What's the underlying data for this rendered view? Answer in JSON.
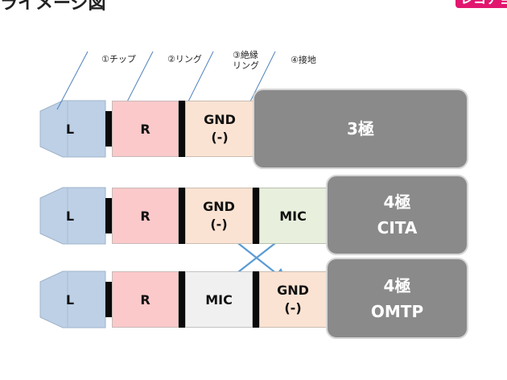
{
  "header": {
    "title_fragment": "ライメージ図",
    "brand_fragment": "レコチョ"
  },
  "callouts": {
    "tip": "①チップ",
    "ring": "②リング",
    "insulation_line1": "③絶縁",
    "insulation_line2": "リング",
    "ground": "④接地"
  },
  "plugs": {
    "three_pole": {
      "l": "L",
      "r": "R",
      "gnd_top": "GND",
      "gnd_bottom": "(-)",
      "cap_label": "3極"
    },
    "four_pole_cita": {
      "l": "L",
      "r": "R",
      "gnd_top": "GND",
      "gnd_bottom": "(-)",
      "mic": "MIC",
      "cap_line1": "4極",
      "cap_line2": "CITA"
    },
    "four_pole_omtp": {
      "l": "L",
      "r": "R",
      "mic": "MIC",
      "gnd_top": "GND",
      "gnd_bottom": "(-)",
      "cap_line1": "4極",
      "cap_line2": "OMTP"
    }
  },
  "colors": {
    "tip": "#bdd0e6",
    "right": "#fbc9ca",
    "ground": "#fbe3d3",
    "mic_cita": "#e8efdd",
    "mic_omtp": "#f0f0f0",
    "cap": "#8a8a8a",
    "swap_arrow": "#5a9bd5",
    "brand": "#e2166f"
  }
}
